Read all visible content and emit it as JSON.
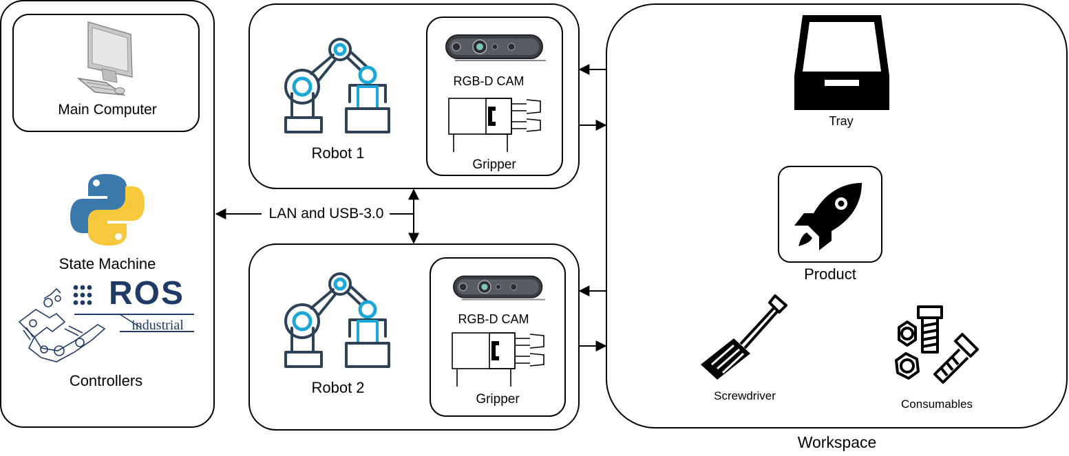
{
  "controller": {
    "main_computer": "Main Computer",
    "state_machine": "State Machine",
    "ros_logo_text": "ROS",
    "ros_logo_subtext": "industrial",
    "controllers": "Controllers"
  },
  "link_label": "LAN and USB-3.0",
  "robots": [
    {
      "label": "Robot 1",
      "camera": "RGB-D CAM",
      "gripper": "Gripper"
    },
    {
      "label": "Robot 2",
      "camera": "RGB-D CAM",
      "gripper": "Gripper"
    }
  ],
  "workspace": {
    "title": "Workspace",
    "tray": "Tray",
    "product": "Product",
    "screwdriver": "Screwdriver",
    "consumables": "Consumables"
  },
  "colors": {
    "robot_stroke": "#2e4257",
    "robot_accent": "#1ba8d8",
    "python_blue": "#3b78ac",
    "python_yellow": "#f7c83c",
    "ros_navy": "#1f3a66"
  }
}
